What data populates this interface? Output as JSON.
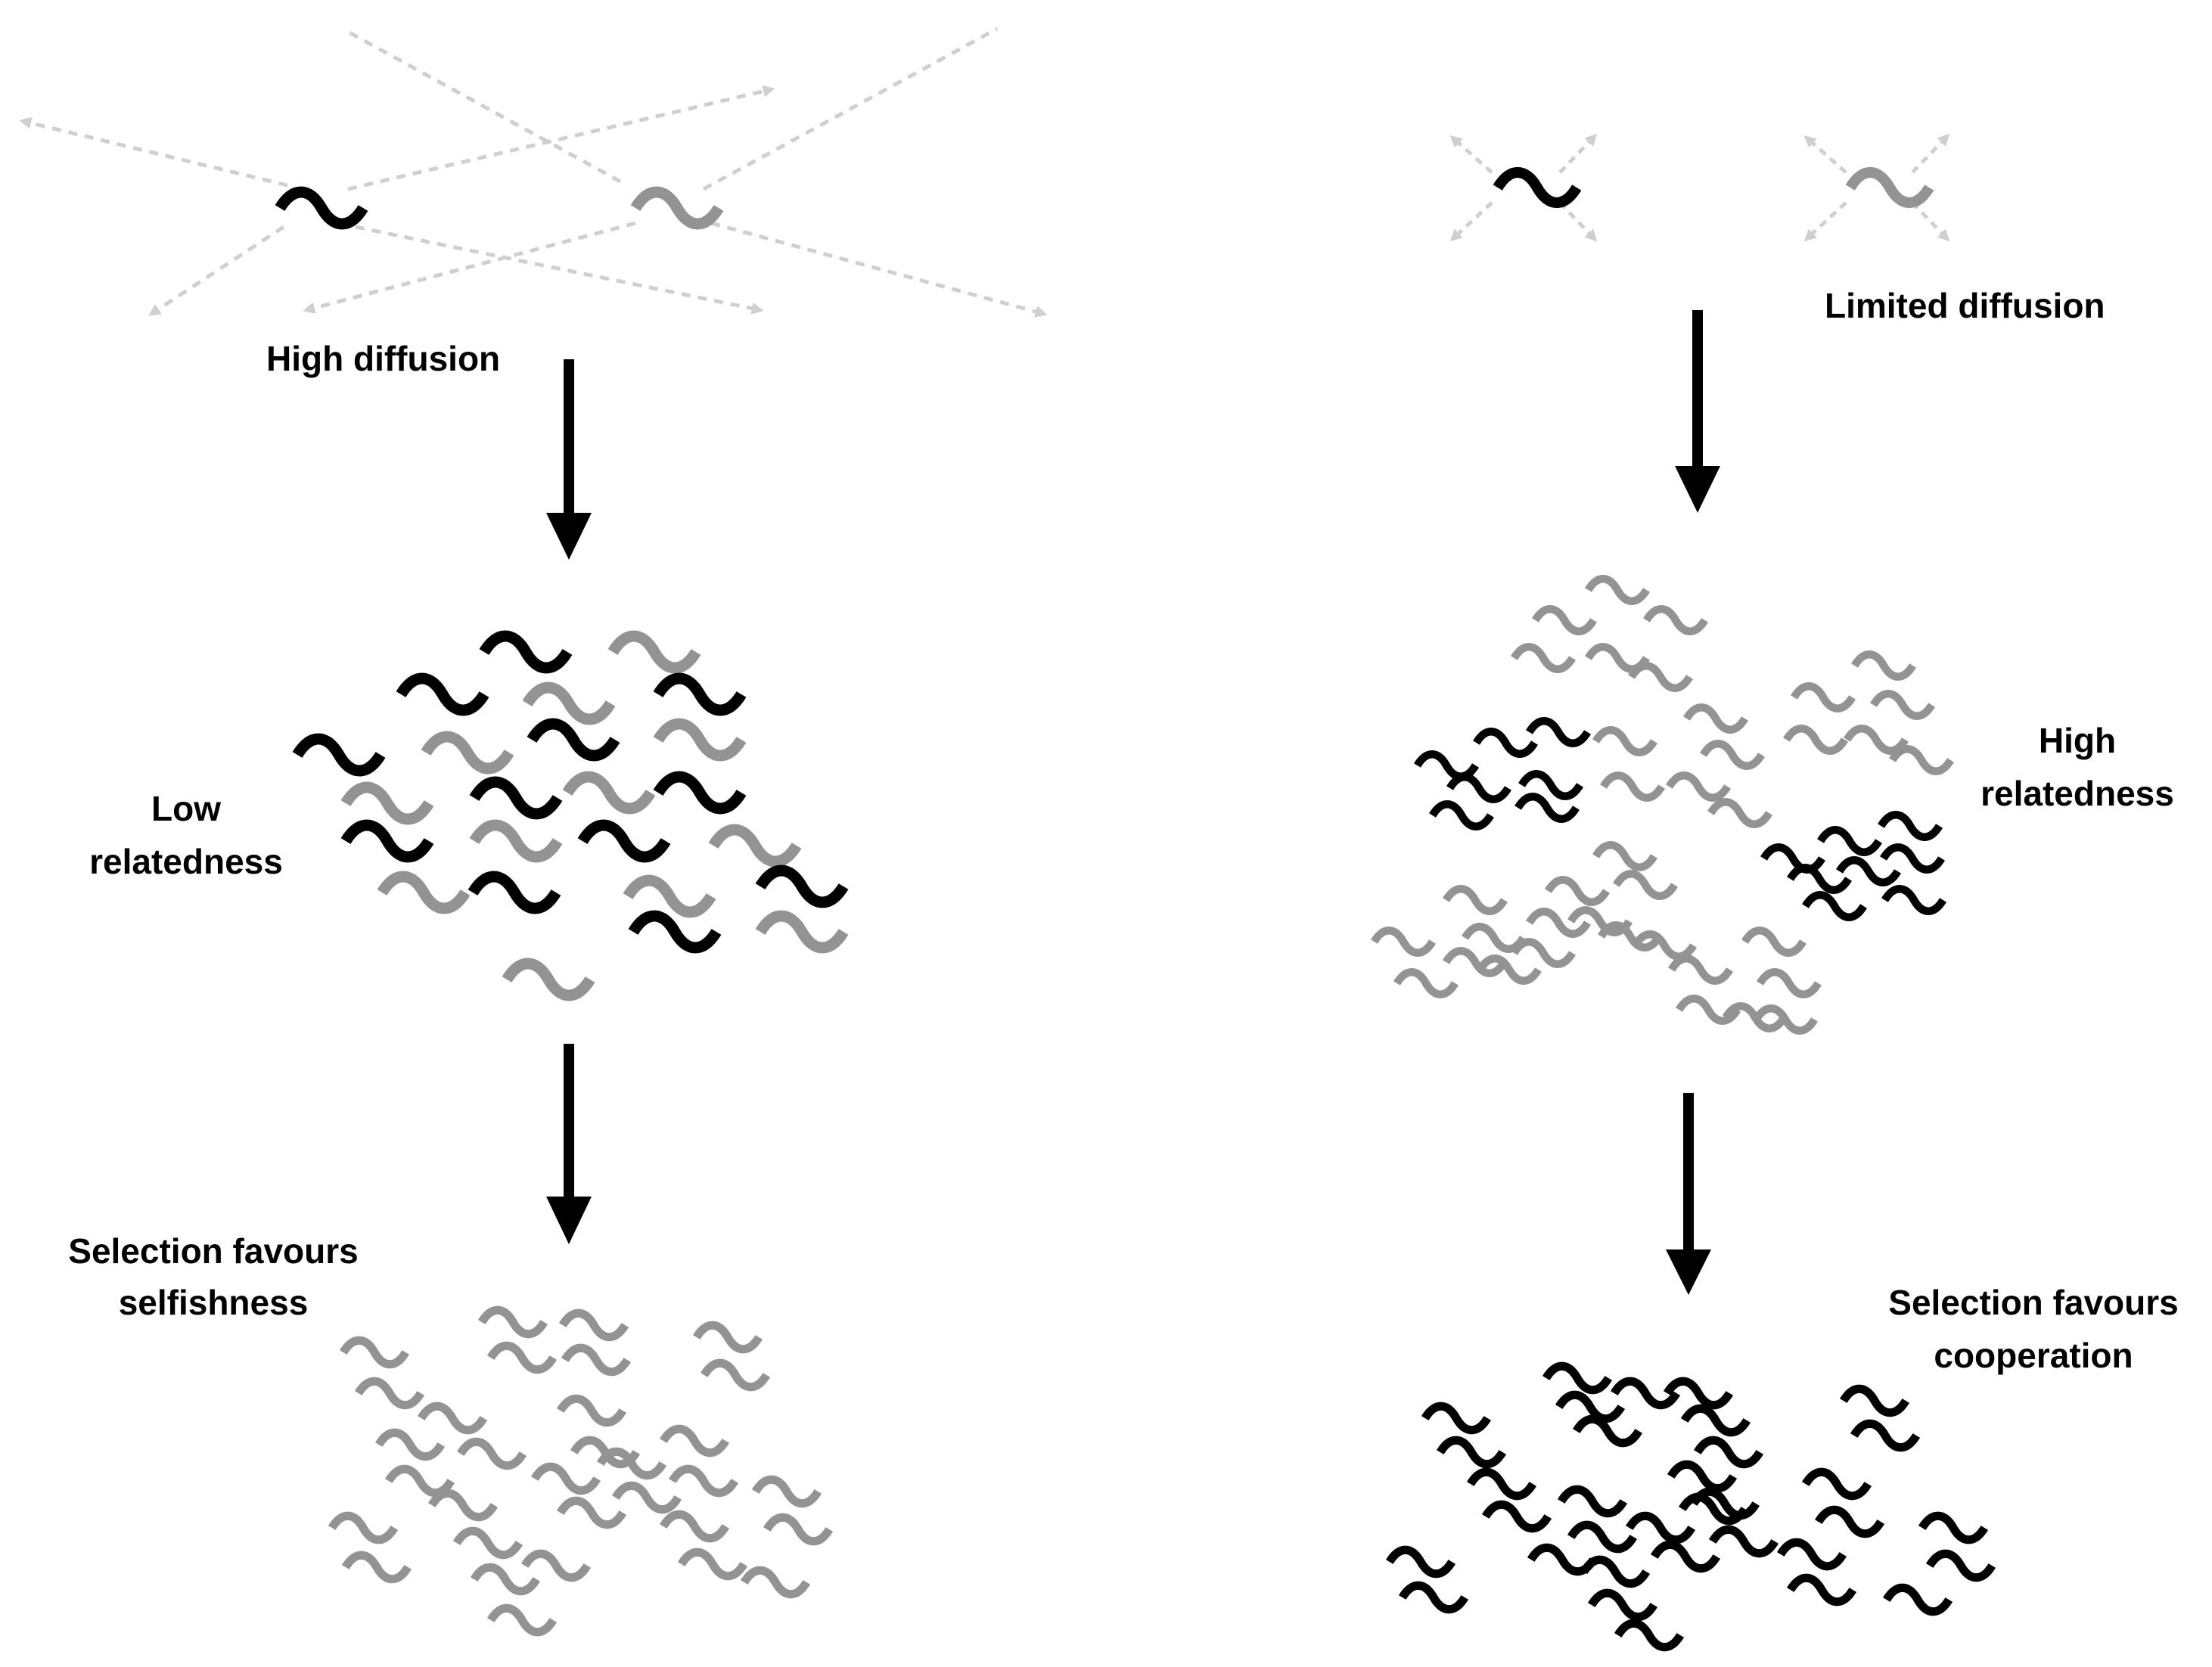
{
  "labels": {
    "high_diffusion": "High diffusion",
    "limited_diffusion": "Limited diffusion",
    "low_relatedness_1": "Low",
    "low_relatedness_2": "relatedness",
    "high_relatedness_1": "High",
    "high_relatedness_2": "relatedness",
    "selection_selfish_1": "Selection favours",
    "selection_selfish_2": "selfishness",
    "selection_coop_1": "Selection favours",
    "selection_coop_2": "cooperation"
  },
  "colors": {
    "cooperator": "#000000",
    "cheater": "#939393",
    "diffusion_arrow": "#d0d0d0",
    "flow_arrow": "#000000"
  },
  "icons": {
    "organism": "tilde-squiggle-icon",
    "diffusion": "dashed-arrow-icon",
    "flow": "down-arrow-icon"
  }
}
